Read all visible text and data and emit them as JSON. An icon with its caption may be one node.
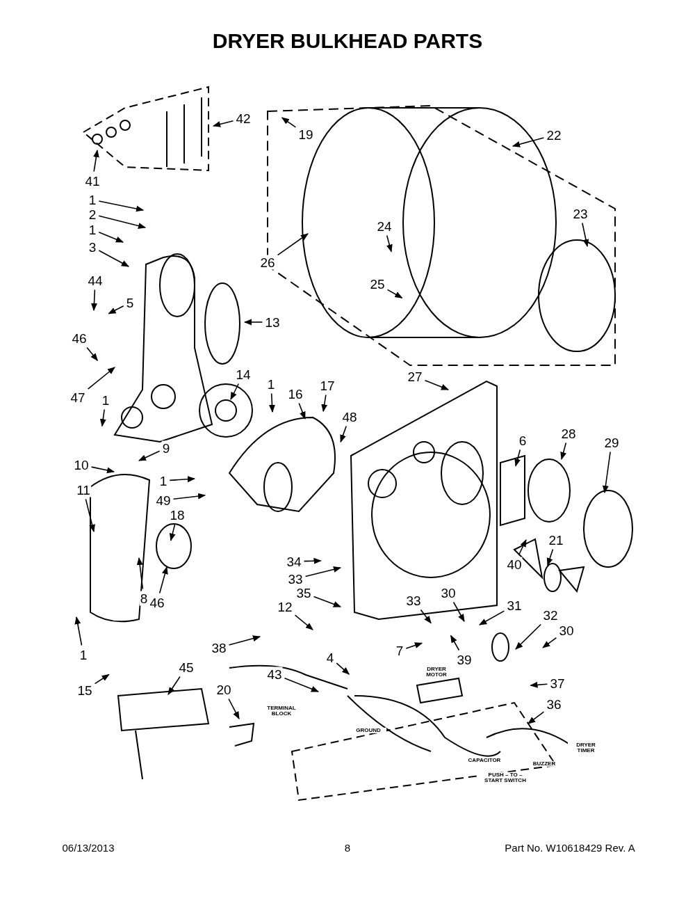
{
  "diagram": {
    "title": "DRYER BULKHEAD PARTS",
    "nodes": [
      {
        "text": [
          "42"
        ]
      },
      {
        "text": [
          "19"
        ]
      },
      {
        "text": [
          "22"
        ]
      },
      {
        "text": [
          "41"
        ]
      },
      {
        "text": [
          "1"
        ]
      },
      {
        "text": [
          "2"
        ]
      },
      {
        "text": [
          "1"
        ]
      },
      {
        "text": [
          "3"
        ]
      },
      {
        "text": [
          "23"
        ]
      },
      {
        "text": [
          "24"
        ]
      },
      {
        "text": [
          "26"
        ]
      },
      {
        "text": [
          "25"
        ]
      },
      {
        "text": [
          "44"
        ]
      },
      {
        "text": [
          "5"
        ]
      },
      {
        "text": [
          "13"
        ]
      },
      {
        "text": [
          "46"
        ]
      },
      {
        "text": [
          "47"
        ]
      },
      {
        "text": [
          "1"
        ]
      },
      {
        "text": [
          "14"
        ]
      },
      {
        "text": [
          "1"
        ]
      },
      {
        "text": [
          "16"
        ]
      },
      {
        "text": [
          "17"
        ]
      },
      {
        "text": [
          "48"
        ]
      },
      {
        "text": [
          "27"
        ]
      },
      {
        "text": [
          "6"
        ]
      },
      {
        "text": [
          "28"
        ]
      },
      {
        "text": [
          "29"
        ]
      },
      {
        "text": [
          "9"
        ]
      },
      {
        "text": [
          "10"
        ]
      },
      {
        "text": [
          "11"
        ]
      },
      {
        "text": [
          "1"
        ]
      },
      {
        "text": [
          "49"
        ]
      },
      {
        "text": [
          "18"
        ]
      },
      {
        "text": [
          "21"
        ]
      },
      {
        "text": [
          "40"
        ]
      },
      {
        "text": [
          "34"
        ]
      },
      {
        "text": [
          "33"
        ]
      },
      {
        "text": [
          "8"
        ]
      },
      {
        "text": [
          "46"
        ]
      },
      {
        "text": [
          "35"
        ]
      },
      {
        "text": [
          "33"
        ]
      },
      {
        "text": [
          "30"
        ]
      },
      {
        "text": [
          "31"
        ]
      },
      {
        "text": [
          "32"
        ]
      },
      {
        "text": [
          "30"
        ]
      },
      {
        "text": [
          "12"
        ]
      },
      {
        "text": [
          "7"
        ]
      },
      {
        "text": [
          "38"
        ]
      },
      {
        "text": [
          "39"
        ]
      },
      {
        "text": [
          "1"
        ]
      },
      {
        "text": [
          "4"
        ]
      },
      {
        "text": [
          "45"
        ]
      },
      {
        "text": [
          "37"
        ]
      },
      {
        "text": [
          "43"
        ]
      },
      {
        "text": [
          "20"
        ]
      },
      {
        "text": [
          "15"
        ]
      },
      {
        "text": [
          "36"
        ]
      }
    ],
    "edges": [
      {
        "from": 0,
        "to": null,
        "arrow": "to"
      },
      {
        "from": 1,
        "to": null,
        "arrow": "to"
      },
      {
        "from": 2,
        "to": null,
        "arrow": "to"
      },
      {
        "from": 3,
        "to": null,
        "arrow": "to"
      },
      {
        "from": 4,
        "to": null,
        "arrow": "to"
      },
      {
        "from": 5,
        "to": null,
        "arrow": "to"
      },
      {
        "from": 6,
        "to": null,
        "arrow": "to"
      },
      {
        "from": 7,
        "to": null,
        "arrow": "to"
      },
      {
        "from": 8,
        "to": null,
        "arrow": "to"
      },
      {
        "from": 9,
        "to": null,
        "arrow": "to"
      },
      {
        "from": 10,
        "to": null,
        "arrow": "to"
      },
      {
        "from": 11,
        "to": null,
        "arrow": "to"
      },
      {
        "from": 12,
        "to": null,
        "arrow": "to"
      },
      {
        "from": 13,
        "to": null,
        "arrow": "to"
      },
      {
        "from": 14,
        "to": null,
        "arrow": "to"
      },
      {
        "from": 15,
        "to": null,
        "arrow": "to"
      },
      {
        "from": 16,
        "to": null,
        "arrow": "to"
      },
      {
        "from": 17,
        "to": null,
        "arrow": "to"
      },
      {
        "from": 18,
        "to": null,
        "arrow": "to"
      },
      {
        "from": 19,
        "to": null,
        "arrow": "to"
      },
      {
        "from": 20,
        "to": null,
        "arrow": "to"
      },
      {
        "from": 21,
        "to": null,
        "arrow": "to"
      },
      {
        "from": 22,
        "to": null,
        "arrow": "to"
      },
      {
        "from": 23,
        "to": null,
        "arrow": "to"
      },
      {
        "from": 24,
        "to": null,
        "arrow": "to"
      },
      {
        "from": 25,
        "to": null,
        "arrow": "to"
      },
      {
        "from": 26,
        "to": null,
        "arrow": "to"
      },
      {
        "from": 27,
        "to": null,
        "arrow": "to"
      },
      {
        "from": 28,
        "to": null,
        "arrow": "to"
      },
      {
        "from": 29,
        "to": null,
        "arrow": "to"
      },
      {
        "from": 30,
        "to": null,
        "arrow": "to"
      },
      {
        "from": 31,
        "to": null,
        "arrow": "to"
      },
      {
        "from": 32,
        "to": null,
        "arrow": "to"
      },
      {
        "from": 33,
        "to": null,
        "arrow": "to"
      },
      {
        "from": 34,
        "to": null,
        "arrow": "to"
      },
      {
        "from": 35,
        "to": null,
        "arrow": "to"
      },
      {
        "from": 36,
        "to": null,
        "arrow": "to"
      },
      {
        "from": 37,
        "to": null,
        "arrow": "to"
      },
      {
        "from": 38,
        "to": null,
        "arrow": "to"
      },
      {
        "from": 39,
        "to": null,
        "arrow": "to"
      },
      {
        "from": 40,
        "to": null,
        "arrow": "to"
      },
      {
        "from": 41,
        "to": null,
        "arrow": "to"
      },
      {
        "from": 42,
        "to": null,
        "arrow": "to"
      },
      {
        "from": 43,
        "to": null,
        "arrow": "to"
      },
      {
        "from": 44,
        "to": null,
        "arrow": "to"
      },
      {
        "from": 45,
        "to": null,
        "arrow": "to"
      },
      {
        "from": 46,
        "to": null,
        "arrow": "to"
      },
      {
        "from": 47,
        "to": null,
        "arrow": "to"
      },
      {
        "from": 48,
        "to": null,
        "arrow": "to"
      },
      {
        "from": 49,
        "to": null,
        "arrow": "to"
      },
      {
        "from": 50,
        "to": null,
        "arrow": "to"
      },
      {
        "from": 51,
        "to": null,
        "arrow": "to"
      },
      {
        "from": 52,
        "to": null,
        "arrow": "to"
      },
      {
        "from": 53,
        "to": null,
        "arrow": "to"
      },
      {
        "from": 54,
        "to": null,
        "arrow": "to"
      },
      {
        "from": 55,
        "to": null,
        "arrow": "to"
      },
      {
        "from": 56,
        "to": null,
        "arrow": "to"
      }
    ],
    "labels": [
      "DRYER MOTOR",
      "TERMINAL BLOCK",
      "GROUND",
      "DRYER TIMER",
      "CAPACITOR",
      "BUZZER",
      "PUSH – TO – START SWITCH",
      "06/13/2013",
      "8",
      "Part No.  W10618429   Rev.  A"
    ]
  }
}
